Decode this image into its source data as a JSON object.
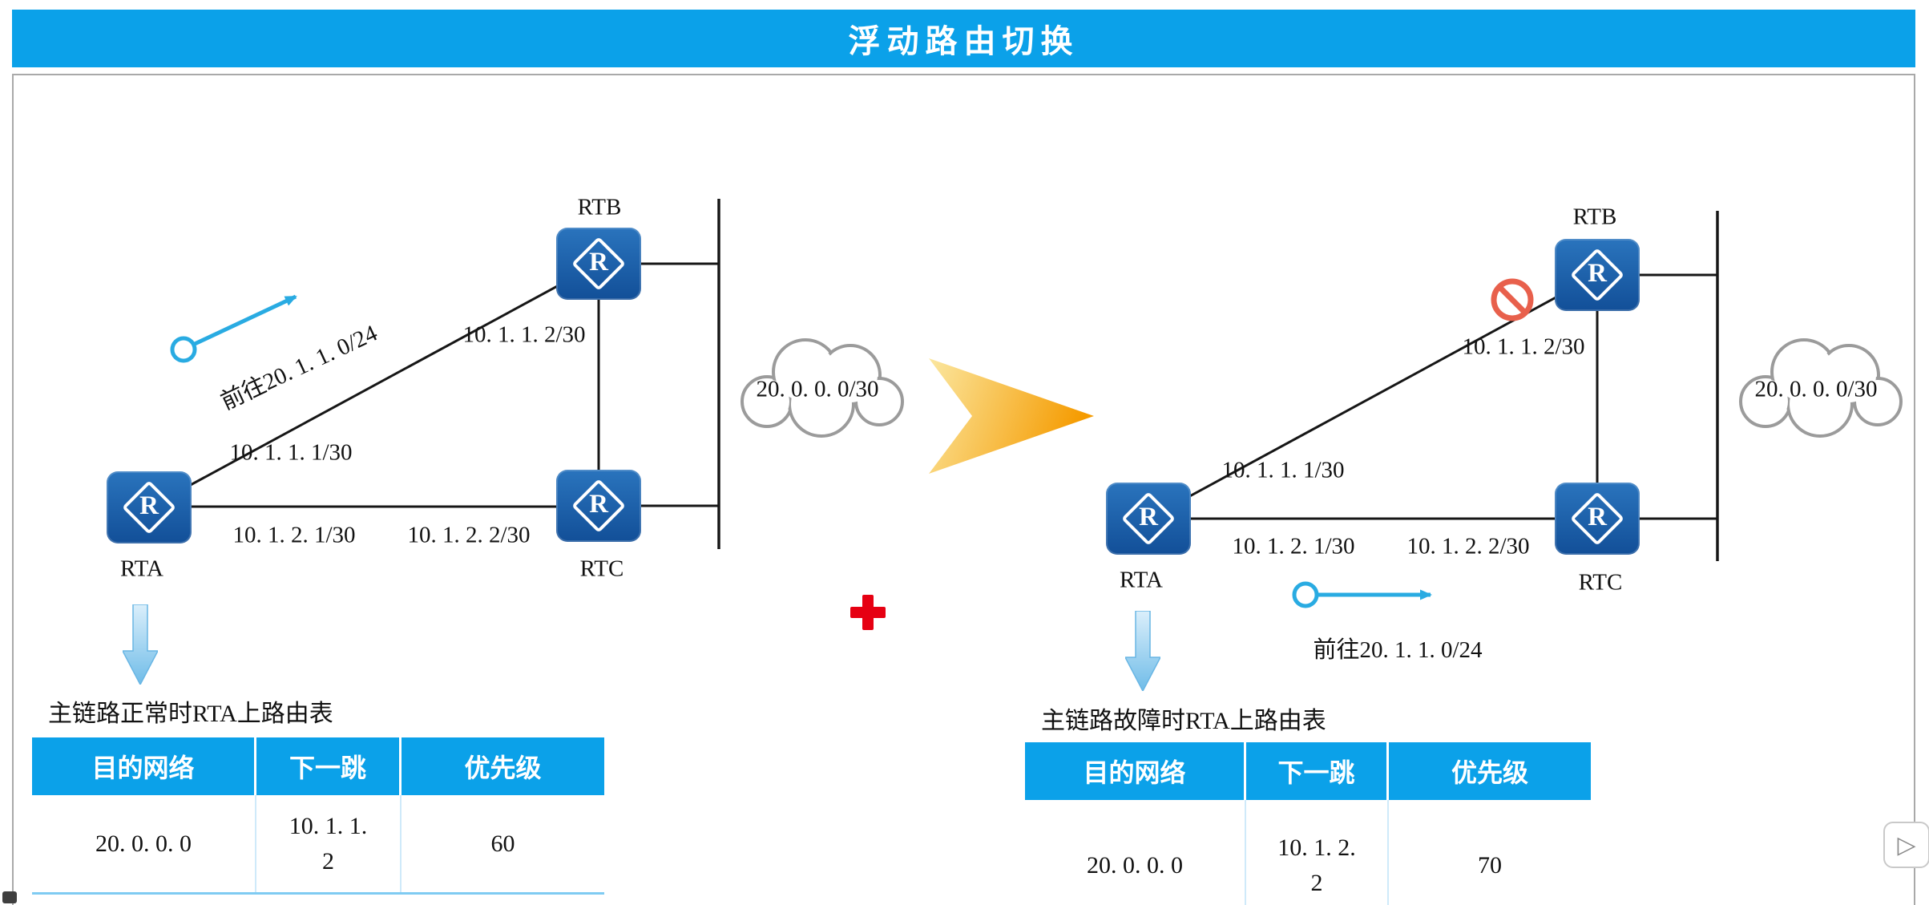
{
  "header": {
    "title": "浮动路由切换"
  },
  "shared": {
    "router_letter": "R"
  },
  "colors": {
    "header_blue": "#0BA1E9",
    "router_blue": "#124F98",
    "flow_blue": "#29ABE2",
    "transition_orange": "#F7A600",
    "alert_red": "#E60012",
    "block_red": "#E8604C",
    "table_header_blue": "#0BA1E9"
  },
  "left": {
    "rta": "RTA",
    "rtb": "RTB",
    "rtc": "RTC",
    "cloud": "20. 0. 0. 0/30",
    "labels": {
      "rtb_if": "10. 1. 1. 2/30",
      "rta_if_diag": "10. 1. 1. 1/30",
      "rta_if_bottom": "10. 1. 2. 1/30",
      "rtc_if_bottom": "10. 1. 2. 2/30"
    },
    "flow_label": "前往20. 1. 1. 0/24",
    "table_title": "主链路正常时RTA上路由表",
    "table": {
      "headers": [
        "目的网络",
        "下一跳",
        "优先级"
      ],
      "row": {
        "dest": "20. 0. 0. 0",
        "next_hop": "10. 1. 1. 2",
        "priority": "60"
      }
    }
  },
  "right": {
    "rta": "RTA",
    "rtb": "RTB",
    "rtc": "RTC",
    "cloud": "20. 0. 0. 0/30",
    "labels": {
      "rtb_if": "10. 1. 1. 2/30",
      "rta_if_diag": "10. 1. 1. 1/30",
      "rta_if_bottom": "10. 1. 2. 1/30",
      "rtc_if_bottom": "10. 1. 2. 2/30"
    },
    "flow_label": "前往20. 1. 1. 0/24",
    "table_title": "主链路故障时RTA上路由表",
    "table": {
      "headers": [
        "目的网络",
        "下一跳",
        "优先级"
      ],
      "row": {
        "dest": "20. 0. 0. 0",
        "next_hop": "10. 1. 2. 2",
        "priority": "70"
      }
    }
  },
  "player": {
    "glyph": "▷"
  }
}
